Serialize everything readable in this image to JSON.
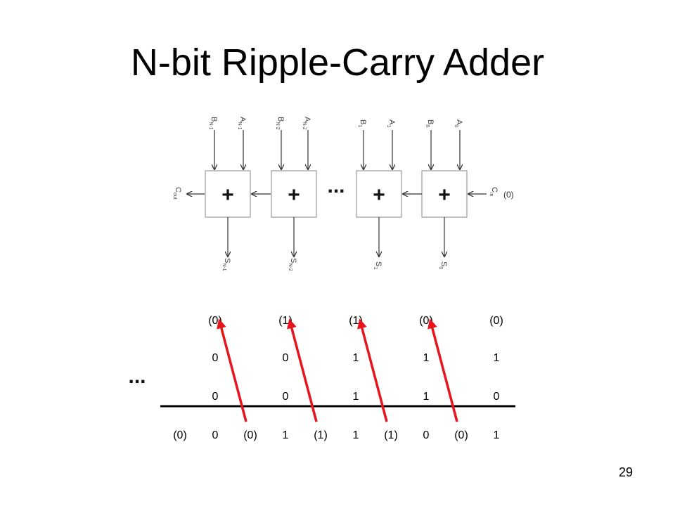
{
  "title": "N-bit Ripple-Carry Adder",
  "page_number": "29",
  "circuit": {
    "adder_symbol": "+",
    "ellipsis": "...",
    "blocks": [
      {
        "b": "B",
        "b_sub": "N-1",
        "a": "A",
        "a_sub": "N-1",
        "s": "S",
        "s_sub": "N-1"
      },
      {
        "b": "B",
        "b_sub": "N-2",
        "a": "A",
        "a_sub": "N-2",
        "s": "S",
        "s_sub": "N-2"
      },
      {
        "b": "B",
        "b_sub": "1",
        "a": "A",
        "a_sub": "1",
        "s": "S",
        "s_sub": "1"
      },
      {
        "b": "B",
        "b_sub": "0",
        "a": "A",
        "a_sub": "0",
        "s": "S",
        "s_sub": "0"
      }
    ],
    "cout": "C",
    "cout_sub": "out",
    "cin": "C",
    "cin_sub": "in",
    "cin_value": "(0)"
  },
  "addition": {
    "ellipsis": "...",
    "carry_row": [
      "(0)",
      "(1)",
      "(1)",
      "(0)",
      "(0)"
    ],
    "a_row": [
      "0",
      "0",
      "1",
      "1",
      "1"
    ],
    "b_row": [
      "0",
      "0",
      "1",
      "1",
      "0"
    ],
    "sum_row": [
      "(0)",
      "0",
      "(0)",
      "1",
      "(1)",
      "1",
      "(1)",
      "0",
      "(0)",
      "1"
    ],
    "arrow_color": "#e8141c"
  }
}
